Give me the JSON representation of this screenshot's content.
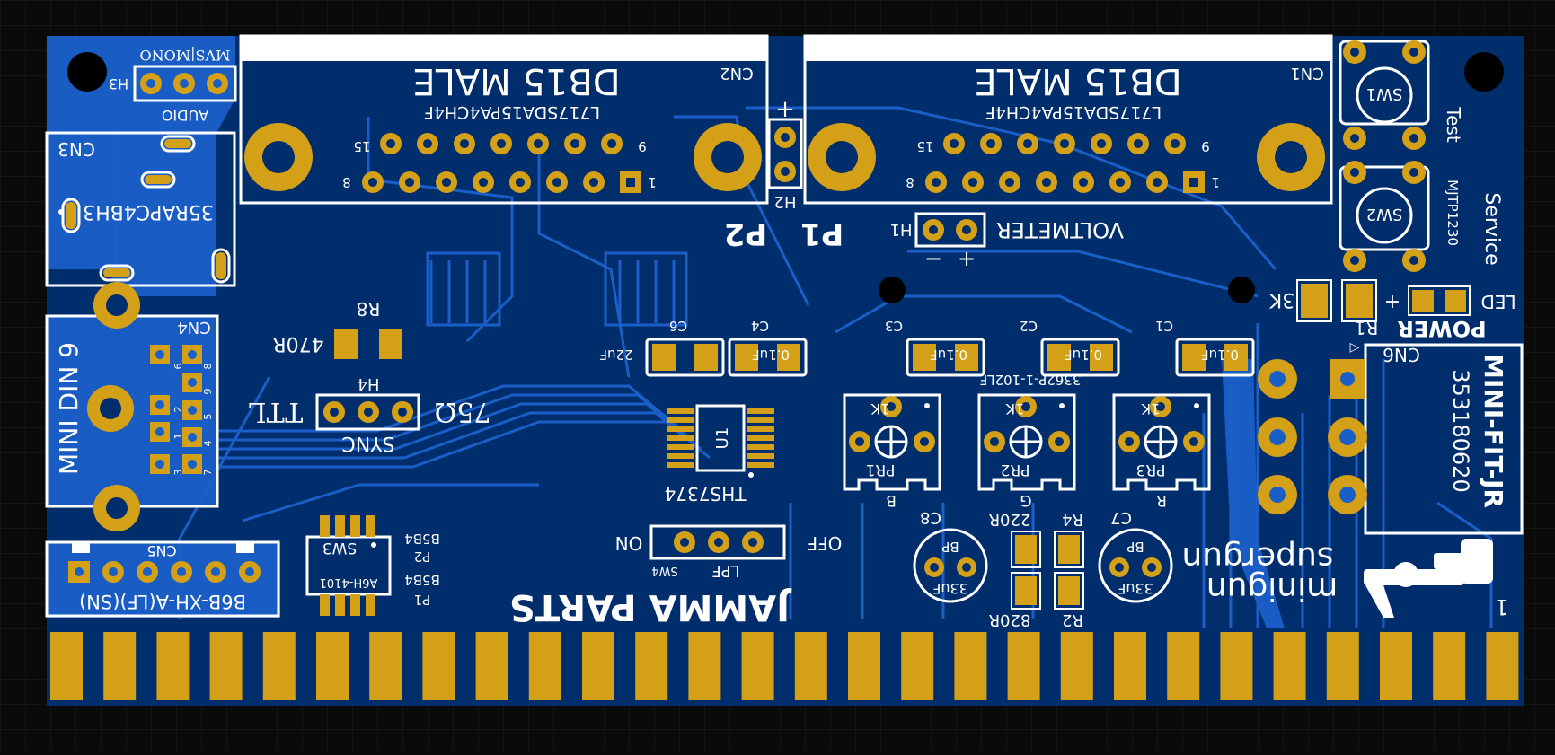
{
  "connectors": {
    "cn2": {
      "ref": "CN2",
      "title": "DB15 MALE",
      "part": "L717SDA15PA4CH4F",
      "pin_a": "15",
      "pin_b": "9",
      "pin_c": "8",
      "pin_d": "1"
    },
    "cn1": {
      "ref": "CN1",
      "title": "DB15 MALE",
      "part": "L717SDA15PA4CH4F",
      "pin_a": "15",
      "pin_b": "9",
      "pin_c": "8",
      "pin_d": "1"
    },
    "cn3": {
      "ref": "CN3",
      "part": "35RAPC4BH3"
    },
    "cn4": {
      "ref": "CN4",
      "title": "MINI DIN 9",
      "pins": [
        "6",
        "8",
        "9",
        "2",
        "5",
        "1",
        "4",
        "3",
        "7"
      ]
    },
    "cn5": {
      "ref": "CN5",
      "part": "B6B-XH-A(LF)(SN)"
    },
    "cn6": {
      "ref": "CN6",
      "title": "MINI-FIT-JR",
      "part": "353180620",
      "marker": "▷"
    }
  },
  "audio": {
    "ref": "H3",
    "label": "AUDIO",
    "mode": "MVS|MONO"
  },
  "h2": {
    "ref": "H2",
    "plus": "+"
  },
  "voltmeter": {
    "ref": "H1",
    "label": "VOLTMETER",
    "minus": "−",
    "plus": "+"
  },
  "labels": {
    "p1": "P1",
    "p2": "P2",
    "jamma": "JAMMA PARTS",
    "one": "1"
  },
  "switches": {
    "sw1": "SW1",
    "sw2": "SW2",
    "test": "Test",
    "service": "Service",
    "part": "MJTP1230",
    "sw3": {
      "ref": "SW3",
      "part": "A6H-4101",
      "b5b4_a": "B5B4",
      "b5b4_b": "B5B4",
      "p2": "P2",
      "p1": "P1"
    },
    "sw4": {
      "ref": "SW4",
      "lpf": "LPF",
      "on": "ON",
      "off": "OFF"
    }
  },
  "resistors": {
    "r1": {
      "ref": "R1",
      "value": "3K"
    },
    "r2": {
      "ref": "R2",
      "value": "820R"
    },
    "r4": {
      "ref": "R4",
      "value": "220R"
    },
    "r8": {
      "ref": "R8",
      "value": "470R"
    }
  },
  "led": {
    "label": "LED",
    "plus": "+",
    "power": "POWER"
  },
  "sync": {
    "ref": "H4",
    "label": "SYNC",
    "ttl": "TTL",
    "ohm": "75Ω"
  },
  "caps": {
    "c1": {
      "ref": "C1",
      "value": "0.1uF"
    },
    "c2": {
      "ref": "C2",
      "value": "0.1uF"
    },
    "c3": {
      "ref": "C3",
      "value": "0.1uF"
    },
    "c4": {
      "ref": "C4",
      "value": "0.1uF"
    },
    "c6": {
      "ref": "C6",
      "value": "22uF"
    },
    "c7": {
      "ref": "C7",
      "value": "33uF",
      "type": "BP"
    },
    "c8": {
      "ref": "C8",
      "value": "33uF",
      "type": "BP"
    }
  },
  "pots": {
    "part": "3362P-1-102LF",
    "pr1": {
      "ref": "PR1",
      "value": "1K",
      "color": "B"
    },
    "pr2": {
      "ref": "PR2",
      "value": "1K",
      "color": "G"
    },
    "pr3": {
      "ref": "PR3",
      "value": "1K",
      "color": "R"
    }
  },
  "ic": {
    "ref": "U1",
    "part": "THS7374"
  },
  "brand": {
    "line1": "supergun",
    "line2": "minigun"
  },
  "colors": {
    "board": "#002d6b",
    "copper": "#1a5fc8",
    "pad": "#d4a017",
    "silk": "#ffffff",
    "background": "#0a0a0a",
    "grid": "#1e1e1e"
  }
}
